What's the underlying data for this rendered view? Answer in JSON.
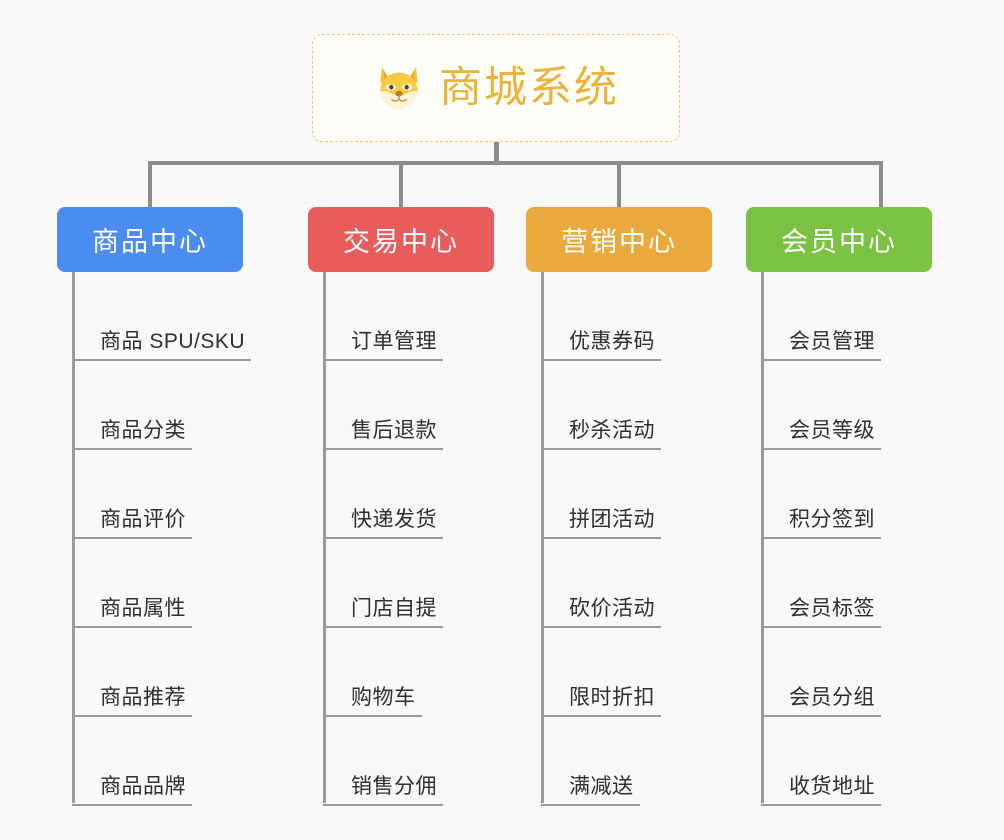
{
  "page": {
    "background_color": "#f8f8f8",
    "line_color": "#8c8c8c"
  },
  "root": {
    "title": "商城系统",
    "icon": "shiba-dog-icon",
    "border_color": "#eec878",
    "text_color": "#e9b33c",
    "background_color": "#fffdf8"
  },
  "branches": [
    {
      "label": "商品中心",
      "color": "#4a8cf0",
      "items": [
        "商品 SPU/SKU",
        "商品分类",
        "商品评价",
        "商品属性",
        "商品推荐",
        "商品品牌"
      ]
    },
    {
      "label": "交易中心",
      "color": "#e85c5c",
      "items": [
        "订单管理",
        "售后退款",
        "快递发货",
        "门店自提",
        "购物车",
        "销售分佣"
      ]
    },
    {
      "label": "营销中心",
      "color": "#eaa93c",
      "items": [
        "优惠券码",
        "秒杀活动",
        "拼团活动",
        "砍价活动",
        "限时折扣",
        "满减送"
      ]
    },
    {
      "label": "会员中心",
      "color": "#7cc242",
      "items": [
        "会员管理",
        "会员等级",
        "积分签到",
        "会员标签",
        "会员分组",
        "收货地址"
      ]
    }
  ]
}
